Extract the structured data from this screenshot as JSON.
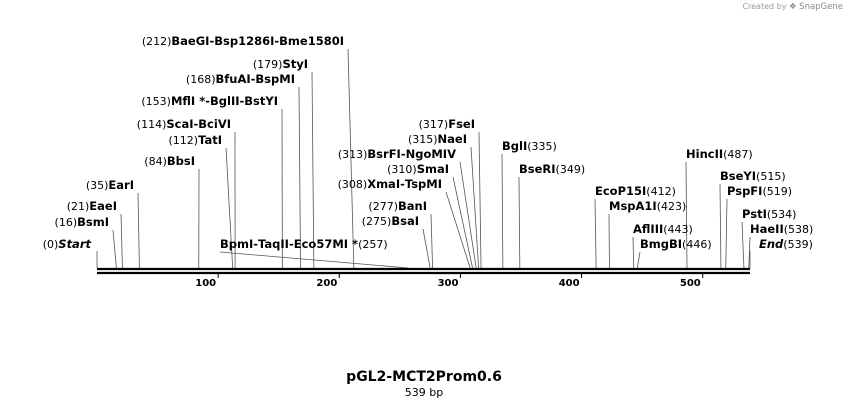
{
  "credit": {
    "prefix": "Created by",
    "brand": "SnapGene"
  },
  "title": "pGL2-MCT2Prom0.6",
  "subtitle": "539 bp",
  "axis": {
    "length_bp": 539,
    "ticks": [
      "100",
      "200",
      "300",
      "400",
      "500"
    ],
    "tick_values": [
      100,
      200,
      300,
      400,
      500
    ]
  },
  "sites": [
    {
      "pos_text": "(0)",
      "pos": 0,
      "names": [
        {
          "text": "Start",
          "italic": true
        }
      ]
    },
    {
      "pos_text": "(16)",
      "pos": 16,
      "names": [
        {
          "text": "BsmI"
        }
      ]
    },
    {
      "pos_text": "(21)",
      "pos": 21,
      "names": [
        {
          "text": "EaeI"
        }
      ]
    },
    {
      "pos_text": "(35)",
      "pos": 35,
      "names": [
        {
          "text": "EarI"
        }
      ]
    },
    {
      "pos_text": "(84)",
      "pos": 84,
      "names": [
        {
          "text": "BbsI"
        }
      ]
    },
    {
      "pos_text": "(112)",
      "pos": 112,
      "names": [
        {
          "text": "TatI"
        }
      ]
    },
    {
      "pos_text": "(114)",
      "pos": 114,
      "names": [
        {
          "text": "ScaI"
        },
        {
          "text": "BciVI"
        }
      ]
    },
    {
      "pos_text": "(153)",
      "pos": 153,
      "names": [
        {
          "text": "MflI *"
        },
        {
          "text": "BglII"
        },
        {
          "text": "BstYI"
        }
      ]
    },
    {
      "pos_text": "(168)",
      "pos": 168,
      "names": [
        {
          "text": "BfuAI"
        },
        {
          "text": "BspMI"
        }
      ]
    },
    {
      "pos_text": "(179)",
      "pos": 179,
      "names": [
        {
          "text": "StyI"
        }
      ]
    },
    {
      "pos_text": "(212)",
      "pos": 212,
      "names": [
        {
          "text": "BaeGI"
        },
        {
          "text": "Bsp1286I"
        },
        {
          "text": "Bme1580I"
        }
      ]
    },
    {
      "pos_text": "(257)",
      "pos": 257,
      "names": [
        {
          "text": "BpmI"
        },
        {
          "text": "TaqII"
        },
        {
          "text": "Eco57MI *"
        }
      ]
    },
    {
      "pos_text": "(275)",
      "pos": 275,
      "names": [
        {
          "text": "BsaI"
        }
      ]
    },
    {
      "pos_text": "(277)",
      "pos": 277,
      "names": [
        {
          "text": "BanI"
        }
      ]
    },
    {
      "pos_text": "(308)",
      "pos": 308,
      "names": [
        {
          "text": "XmaI"
        },
        {
          "text": "TspMI"
        }
      ]
    },
    {
      "pos_text": "(310)",
      "pos": 310,
      "names": [
        {
          "text": "SmaI"
        }
      ]
    },
    {
      "pos_text": "(313)",
      "pos": 313,
      "names": [
        {
          "text": "BsrFI"
        },
        {
          "text": "NgoMIV"
        }
      ]
    },
    {
      "pos_text": "(315)",
      "pos": 315,
      "names": [
        {
          "text": "NaeI"
        }
      ]
    },
    {
      "pos_text": "(317)",
      "pos": 317,
      "names": [
        {
          "text": "FseI"
        }
      ]
    },
    {
      "pos_text": "(335)",
      "pos": 335,
      "names": [
        {
          "text": "BglI"
        }
      ]
    },
    {
      "pos_text": "(349)",
      "pos": 349,
      "names": [
        {
          "text": "BseRI"
        }
      ]
    },
    {
      "pos_text": "(412)",
      "pos": 412,
      "names": [
        {
          "text": "EcoP15I"
        }
      ]
    },
    {
      "pos_text": "(423)",
      "pos": 423,
      "names": [
        {
          "text": "MspA1I"
        }
      ]
    },
    {
      "pos_text": "(443)",
      "pos": 443,
      "names": [
        {
          "text": "AflIII"
        }
      ]
    },
    {
      "pos_text": "(446)",
      "pos": 446,
      "names": [
        {
          "text": "BmgBI"
        }
      ]
    },
    {
      "pos_text": "(487)",
      "pos": 487,
      "names": [
        {
          "text": "HincII"
        }
      ]
    },
    {
      "pos_text": "(515)",
      "pos": 515,
      "names": [
        {
          "text": "BseYI"
        }
      ]
    },
    {
      "pos_text": "(519)",
      "pos": 519,
      "names": [
        {
          "text": "PspFI"
        }
      ]
    },
    {
      "pos_text": "(534)",
      "pos": 534,
      "names": [
        {
          "text": "PstI"
        }
      ]
    },
    {
      "pos_text": "(538)",
      "pos": 538,
      "names": [
        {
          "text": "HaeII"
        }
      ]
    },
    {
      "pos_text": "(539)",
      "pos": 539,
      "names": [
        {
          "text": "End",
          "italic": true
        }
      ]
    }
  ]
}
